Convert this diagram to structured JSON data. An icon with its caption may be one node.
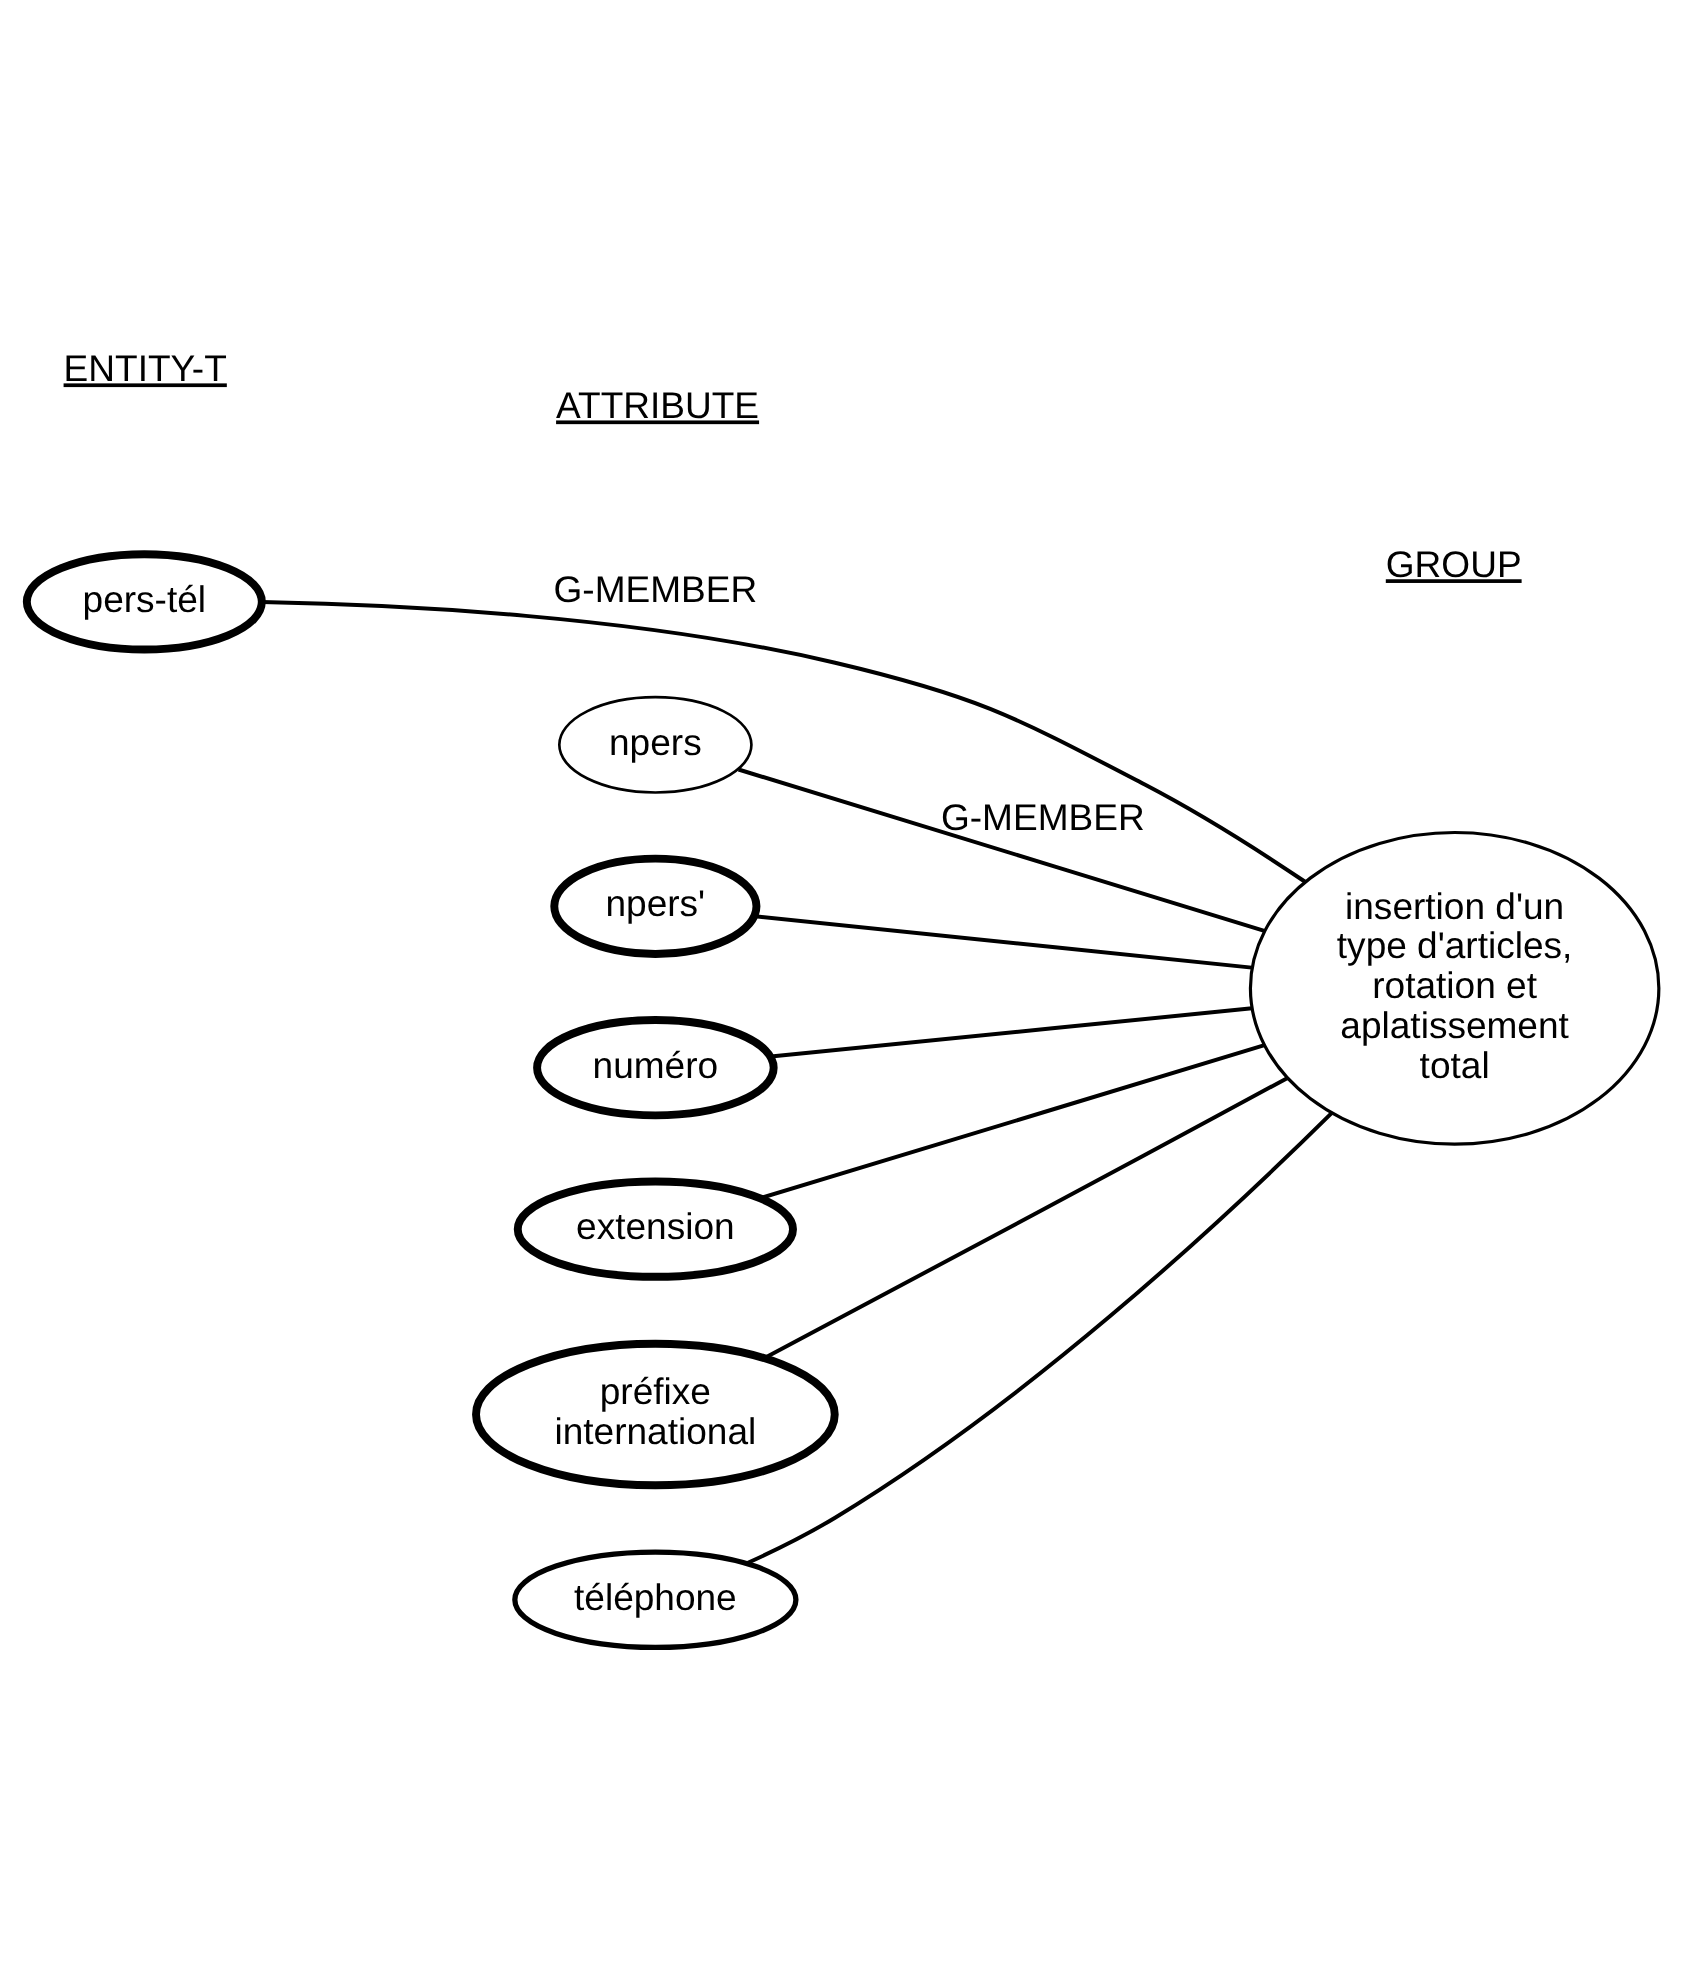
{
  "diagram": {
    "nodes": [
      {
        "text": [
          "insertion d'un type d'articles, rotation et aplatissement total"
        ]
      },
      {
        "text": [
          "pers-tél"
        ]
      },
      {
        "text": [
          "npers"
        ]
      },
      {
        "text": [
          "npers'"
        ]
      },
      {
        "text": [
          "numéro"
        ]
      },
      {
        "text": [
          "extension"
        ]
      },
      {
        "text": [
          "préfixe international"
        ]
      },
      {
        "text": [
          "téléphone"
        ]
      }
    ],
    "edges": [
      {
        "from": 1,
        "to": 0,
        "arrow": "none",
        "label": "G-MEMBER"
      },
      {
        "from": 2,
        "to": 0,
        "arrow": "none",
        "label": "G-MEMBER"
      },
      {
        "from": 3,
        "to": 0,
        "arrow": "none"
      },
      {
        "from": 4,
        "to": 0,
        "arrow": "none"
      },
      {
        "from": 5,
        "to": 0,
        "arrow": "none"
      },
      {
        "from": 6,
        "to": 0,
        "arrow": "none"
      },
      {
        "from": 7,
        "to": 0,
        "arrow": "none"
      }
    ],
    "labels": [
      "ENTITY-T",
      "ATTRIBUTE",
      "GROUP"
    ]
  }
}
